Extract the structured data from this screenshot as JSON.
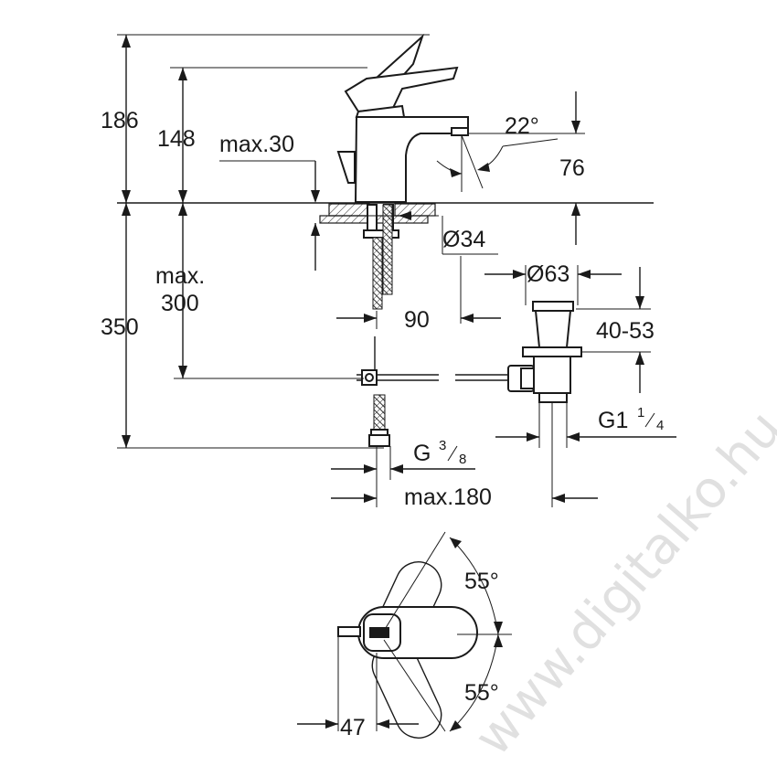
{
  "diagram": {
    "dimensions": {
      "total_height": "186",
      "spout_height": "148",
      "max_deck": "max.30",
      "angle_spout": "22°",
      "spout_clearance": "76",
      "hole_diameter": "Ø34",
      "waste_diameter": "Ø63",
      "max_below": "max.",
      "max_below_value": "300",
      "below_height": "350",
      "offset": "90",
      "waste_range": "40-53",
      "waste_thread": "G1",
      "waste_thread_num": "1",
      "waste_thread_den": "4",
      "supply_thread": "G",
      "supply_thread_num": "3",
      "supply_thread_den": "8",
      "max_width": "max.180",
      "angle_top": "55°",
      "angle_bottom": "55°",
      "lever_width": "47"
    },
    "watermark": "www.digitalko.hu"
  }
}
